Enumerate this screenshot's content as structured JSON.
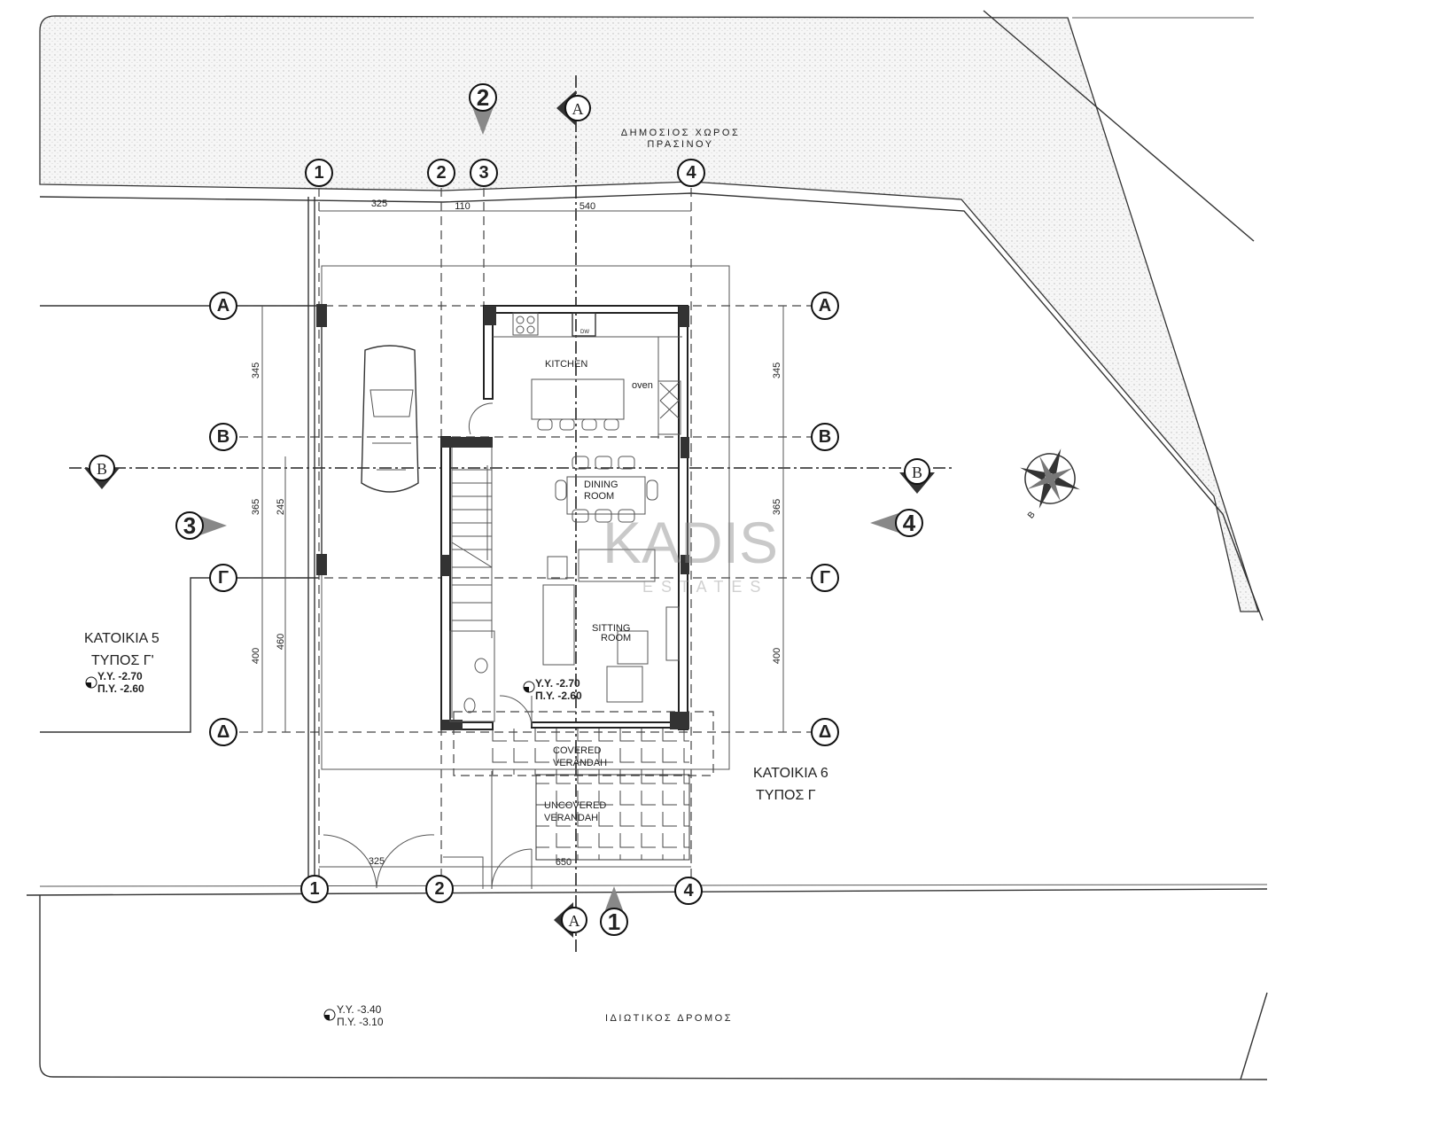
{
  "title": "Ground floor plan",
  "areas": {
    "public_green": [
      "ΔΗΜΟΣΙΟΣ ΧΩΡΟΣ",
      "ΠΡΑΣΙΝΟΥ"
    ],
    "private_road": "ΙΔΙΩΤΙΚΟΣ ΔΡΟΜΟΣ",
    "house5": [
      "ΚΑΤΟΙΚΙΑ 5",
      "ΤΥΠΟΣ Γ'"
    ],
    "house6": [
      "ΚΑΤΟΙΚΙΑ 6",
      "ΤΥΠΟΣ Γ"
    ]
  },
  "rooms": {
    "kitchen": "KITCHEN",
    "oven": "oven",
    "dishwasher": "DW",
    "dining": [
      "DINING",
      "ROOM"
    ],
    "sitting": [
      "SITTING",
      "ROOM"
    ],
    "covered": [
      "COVERED",
      "VERANDAH"
    ],
    "uncovered": [
      "UNCOVERED",
      "VERANDAH"
    ]
  },
  "grid": {
    "vertical": [
      "1",
      "2",
      "3",
      "4"
    ],
    "horizontal": [
      "Α",
      "Β",
      "Γ",
      "Δ"
    ]
  },
  "sections": {
    "a": "A",
    "b": "B"
  },
  "views": [
    "1",
    "2",
    "3",
    "4"
  ],
  "dimensions": {
    "top": [
      "325",
      "110",
      "540"
    ],
    "bottom": [
      "325",
      "650"
    ],
    "left_outer": [
      "345",
      "365",
      "400"
    ],
    "left_inner": [
      "245",
      "460"
    ],
    "right": [
      "345",
      "365",
      "400"
    ]
  },
  "levels": {
    "house5": [
      "Υ.Υ. -2.70",
      "Π.Υ. -2.60"
    ],
    "house6": [
      "Υ.Υ. -2.70",
      "Π.Υ. -2.60"
    ],
    "road": [
      "Υ.Υ. -3.40",
      "Π.Υ. -3.10"
    ]
  },
  "compass_label": "B",
  "watermark": {
    "brand": "KADIS",
    "sub": "ESTATES",
    "accent": "#d9a441"
  }
}
